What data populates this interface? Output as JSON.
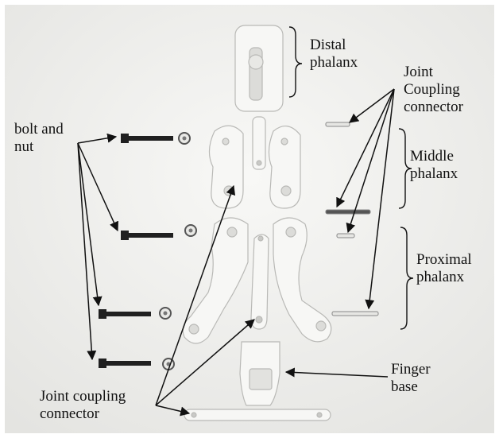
{
  "labels": {
    "distal": [
      "Distal",
      "phalanx"
    ],
    "joint_top": [
      "Joint",
      "Coupling",
      "connector"
    ],
    "middle": [
      "Middle",
      "phalanx"
    ],
    "proximal": [
      "Proximal",
      "phalanx"
    ],
    "finger_base": [
      "Finger",
      "base"
    ],
    "bolt_nut": [
      "bolt and",
      "nut"
    ],
    "joint_bottom": [
      "Joint coupling",
      "connector"
    ]
  },
  "colors": {
    "background": "#f1f1ef",
    "part": "#f7f7f5",
    "part_edge": "#b9b9b6",
    "bolt": "#202020",
    "text": "#111111"
  }
}
